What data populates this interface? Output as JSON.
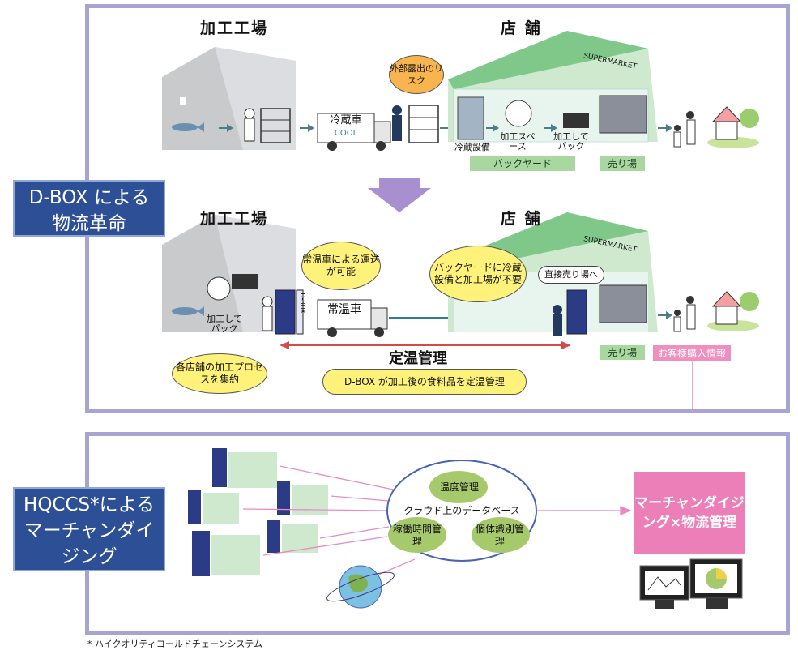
{
  "top": {
    "factory_label": "加工工場",
    "store_label": "店 舗",
    "risk_bubble": "外部露出のリスク",
    "reefer_truck": "冷蔵車",
    "cool_label": "COOL",
    "cold_storage": "冷蔵設備",
    "process_space": "加工スペース",
    "pack_label": "加工してパック",
    "backyard_tag": "バックヤード",
    "sales_tag": "売り場",
    "supermarket_sign": "SUPERMARKET"
  },
  "middle": {
    "factory_label": "加工工場",
    "store_label": "店 舗",
    "pack_label": "加工してパック",
    "ambient_bubble": "常温車による運送が可能",
    "backyard_bubble": "バックヤードに冷蔵設備と加工場が不要",
    "direct_bubble": "直接売り場へ",
    "ambient_truck": "常温車",
    "aggregate_bubble": "各店舗の加工プロセスを集約",
    "temp_control": "定温管理",
    "dbox_bubble": "D-BOX が加工後の食料品を定温管理",
    "sales_tag": "売り場",
    "customer_tag": "お客様購入情報",
    "supermarket_sign": "SUPERMARKET",
    "dbox_mark": "D-BOX"
  },
  "section1_title": "D-BOX による物流革命",
  "section2_title": "HQCCS*によるマーチャンダイジング",
  "cloud": {
    "temp_mgmt": "温度管理",
    "database": "クラウド上のデータベース",
    "uptime": "稼働時間管理",
    "id_mgmt": "個体識別管理"
  },
  "merch_box": "マーチャンダイジング×物流管理",
  "footnote": "* ハイクオリティコールドチェーンシステム",
  "colors": {
    "panel_border": "#a7a3d3",
    "title_bg": "#2d4f96",
    "green_tag": "#a8d8a0",
    "pink": "#ec7fb8",
    "bubble": "#fff27a",
    "arrow_purple": "#a88fcf"
  }
}
